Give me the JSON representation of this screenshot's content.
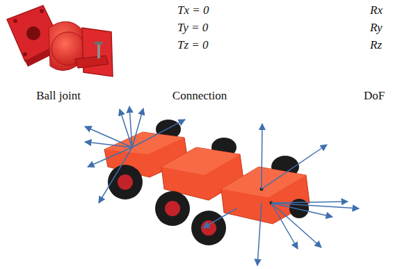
{
  "diagram": {
    "labels": [
      "Tx = 0",
      "Ty = 0",
      "Tz = 0",
      "Rx",
      "Ry",
      "Rz",
      "Ball joint",
      "Connection",
      "DoF"
    ]
  }
}
